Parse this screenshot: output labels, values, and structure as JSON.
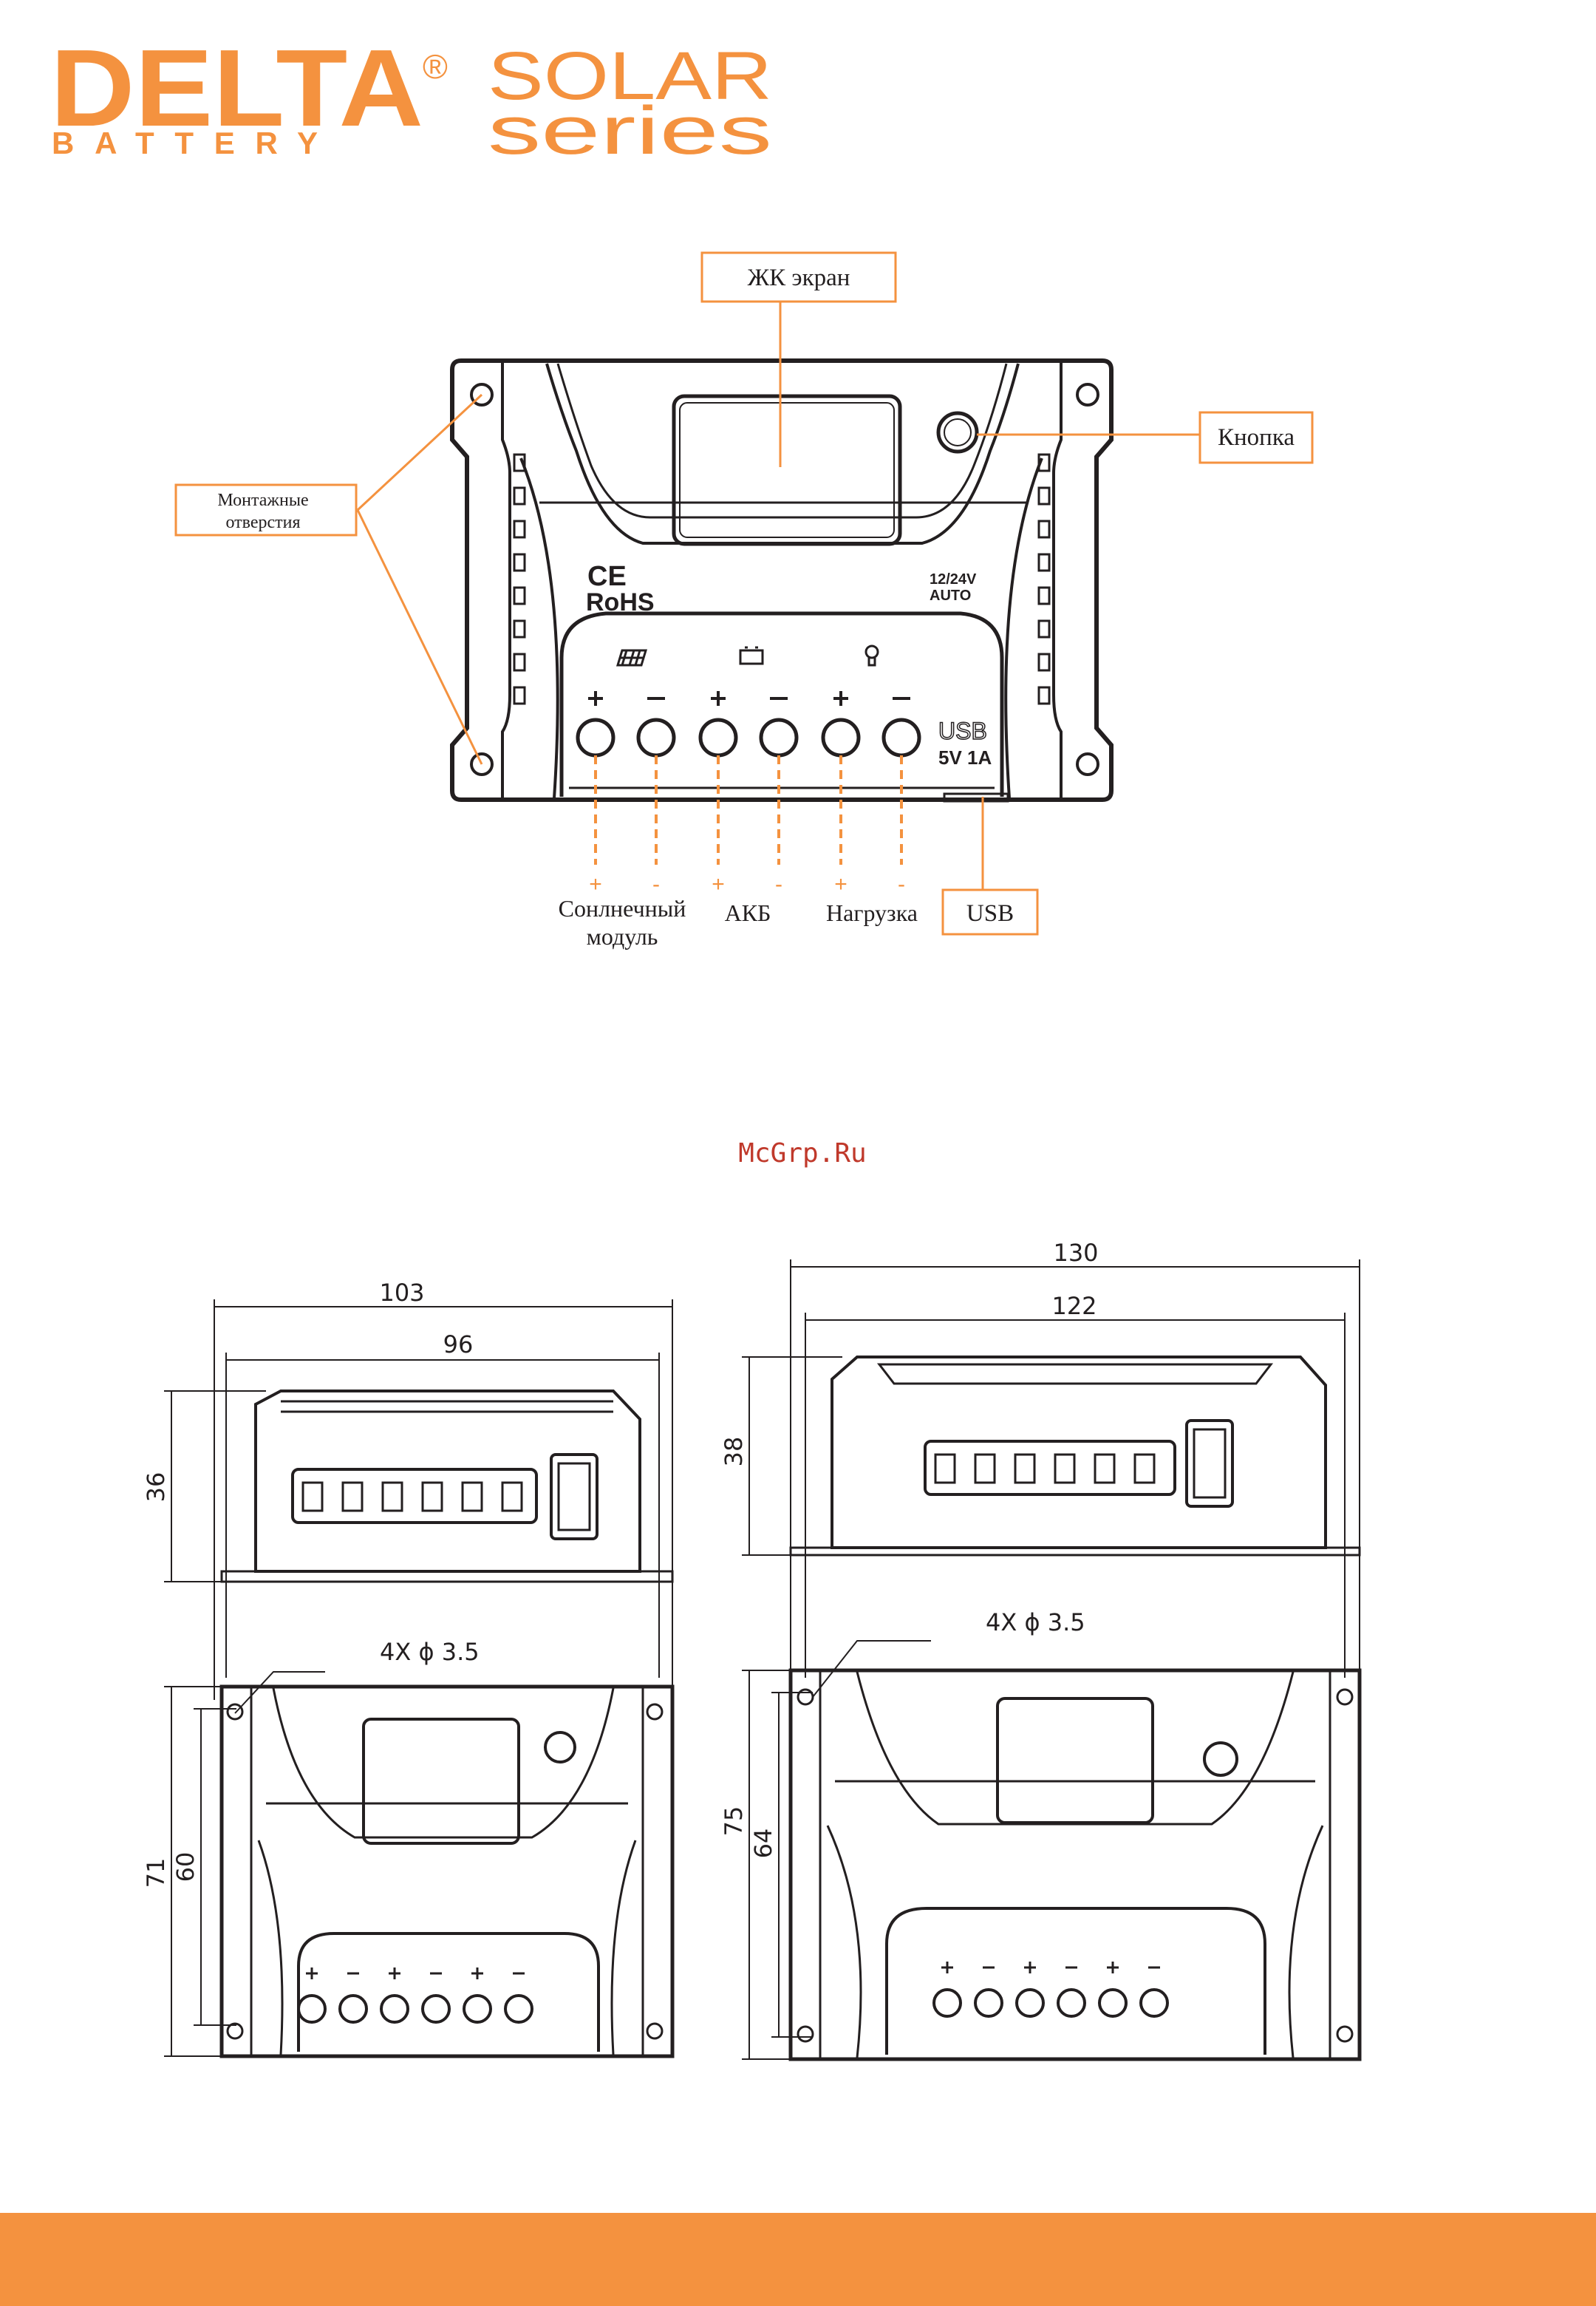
{
  "header": {
    "brand_name": "DELTA",
    "brand_sub": "BATTERY",
    "registered_mark": "®",
    "series_line1": "SOLAR",
    "series_line2": "series"
  },
  "diagram": {
    "callouts": {
      "lcd": "ЖК экран",
      "button": "Кнопка",
      "mounting_line1": "Монтажные",
      "mounting_line2": "отверстия",
      "usb": "USB"
    },
    "device": {
      "ce_mark": "CE",
      "rohs_mark": "RoHS",
      "voltage_line1": "12/24V",
      "voltage_line2": "AUTO",
      "usb_label": "USB",
      "usb_rating": "5V  1A"
    },
    "terminal_signs": [
      "+",
      "-",
      "+",
      "-",
      "+",
      "-"
    ],
    "groups": {
      "solar_line1": "Сонлнечный",
      "solar_line2": "модуль",
      "battery": "АКБ",
      "load": "Нагрузка"
    }
  },
  "watermark": "McGrp.Ru",
  "dimensions": {
    "left": {
      "outer_width": "103",
      "inner_width": "96",
      "side_height": "36",
      "hole_spec": "4X ϕ 3.5",
      "outer_height": "71",
      "inner_height": "60"
    },
    "right": {
      "outer_width": "130",
      "inner_width": "122",
      "side_height": "38",
      "hole_spec": "4X ϕ 3.5",
      "outer_height": "75",
      "inner_height": "64"
    }
  },
  "colors": {
    "accent": "#f4923f",
    "line": "#231f20",
    "text": "#231f20"
  }
}
